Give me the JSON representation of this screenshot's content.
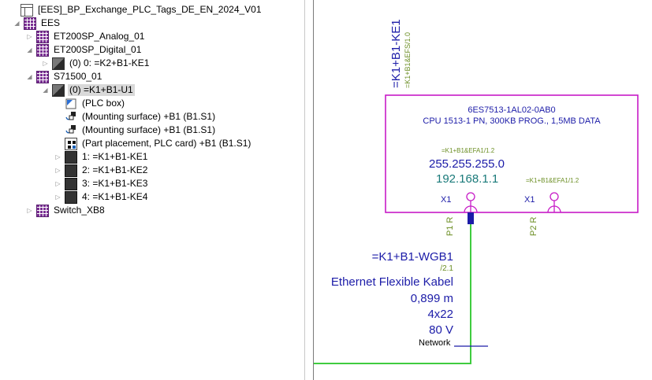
{
  "tree": {
    "items": [
      {
        "label": "[EES]_BP_Exchange_PLC_Tags_DE_EN_2024_V01",
        "icon": "project-icon",
        "expander": "",
        "level": 0
      },
      {
        "label": "EES",
        "icon": "device-group-icon",
        "expander": "◢",
        "level": 1
      },
      {
        "label": "ET200SP_Analog_01",
        "icon": "device-group-icon",
        "expander": "▷",
        "level": 2
      },
      {
        "label": "ET200SP_Digital_01",
        "icon": "device-group-icon",
        "expander": "◢",
        "level": 2
      },
      {
        "label": "(0) 0: =K2+B1-KE1",
        "icon": "plc-device-icon",
        "expander": "▷",
        "level": 3
      },
      {
        "label": "S71500_01",
        "icon": "device-group-icon",
        "expander": "◢",
        "level": 2
      },
      {
        "label": "(0) =K1+B1-U1",
        "icon": "plc-device-icon",
        "expander": "◢",
        "level": 3,
        "selected": true
      },
      {
        "label": "(PLC box)",
        "icon": "plc-box-icon",
        "expander": "",
        "level": 4
      },
      {
        "label": "(Mounting surface) +B1 (B1.S1)",
        "icon": "mounting-surface-icon",
        "expander": "",
        "level": 4
      },
      {
        "label": "(Mounting surface) +B1 (B1.S1)",
        "icon": "mounting-surface-icon",
        "expander": "",
        "level": 4
      },
      {
        "label": "(Part placement, PLC card) +B1 (B1.S1)",
        "icon": "part-placement-icon",
        "expander": "",
        "level": 4
      },
      {
        "label": "1: =K1+B1-KE1",
        "icon": "plc-card-icon",
        "expander": "▷",
        "level": 4
      },
      {
        "label": "2: =K1+B1-KE2",
        "icon": "plc-card-icon",
        "expander": "▷",
        "level": 4
      },
      {
        "label": "3: =K1+B1-KE3",
        "icon": "plc-card-icon",
        "expander": "▷",
        "level": 4
      },
      {
        "label": "4: =K1+B1-KE4",
        "icon": "plc-card-icon",
        "expander": "▷",
        "level": 4
      },
      {
        "label": "Switch_XB8",
        "icon": "device-group-icon",
        "expander": "▷",
        "level": 2
      }
    ]
  },
  "schematic": {
    "device_tag": "=K1+B1-KE1",
    "device_ref": "=K1+B1&EFS/1.0",
    "part_number": "6ES7513-1AL02-0AB0",
    "description": "CPU 1513-1 PN, 300KB PROG., 1,5MB DATA",
    "ref_left": "=K1+B1&EFA1/1.2",
    "ref_right": "=K1+B1&EFA1/1.2",
    "subnet_mask": "255.255.255.0",
    "ip_address": "192.168.1.1",
    "port_left_label": "X1",
    "port_right_label": "X1",
    "port_left_name": "P1 R",
    "port_right_name": "P2 R",
    "cable_tag": "=K1+B1-WGB1",
    "cable_ref": "/2.1",
    "cable_type": "Ethernet Flexible Kabel",
    "cable_length": "0,899 m",
    "cable_cross_section": "4x22",
    "cable_voltage": "80 V",
    "network_label": "Network"
  },
  "colors": {
    "magenta": "#c71bc7",
    "navy": "#1c1ca8",
    "olive": "#6b8e23",
    "teal": "#1a7a7a",
    "green": "#3fcc3f"
  }
}
